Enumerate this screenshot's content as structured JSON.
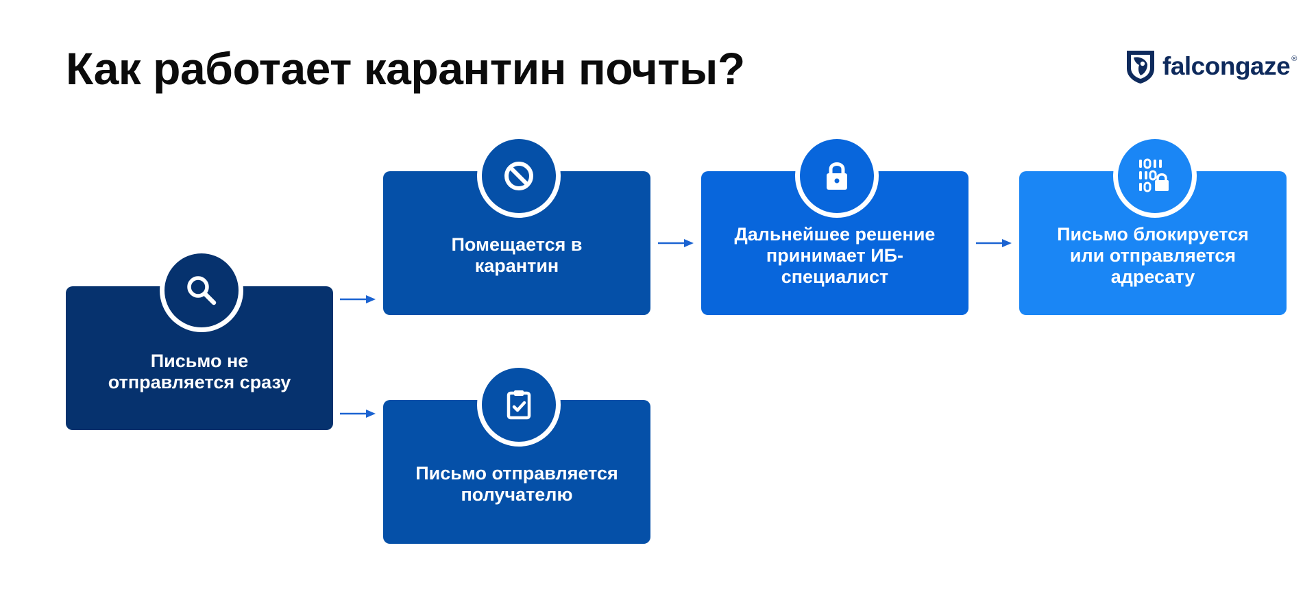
{
  "title": "Как работает карантин почты?",
  "logo": {
    "text": "falcongaze",
    "registered": "®"
  },
  "colors": {
    "title": "#0b0b0b",
    "logo": "#0e2a5c",
    "step_start": "#06326e",
    "step_quarantine": "#0550a8",
    "step_send": "#0550a8",
    "step_specialist": "#0866dc",
    "step_final": "#1a86f5",
    "arrow": "#1b63d1"
  },
  "steps": {
    "start": {
      "label": "Письмо  не\nотправляется сразу",
      "icon": "magnifier-icon"
    },
    "quarantine": {
      "label": "Помещается в\nкарантин",
      "icon": "prohibited-icon"
    },
    "send": {
      "label": "Письмо отправляется\nполучателю",
      "icon": "clipboard-check-icon"
    },
    "specialist": {
      "label": "Дальнейшее решение\nпринимает ИБ-\nспециалист",
      "icon": "lock-icon"
    },
    "final": {
      "label": "Письмо блокируется\nили отправляется\nадресату",
      "icon": "binary-lock-icon"
    }
  }
}
